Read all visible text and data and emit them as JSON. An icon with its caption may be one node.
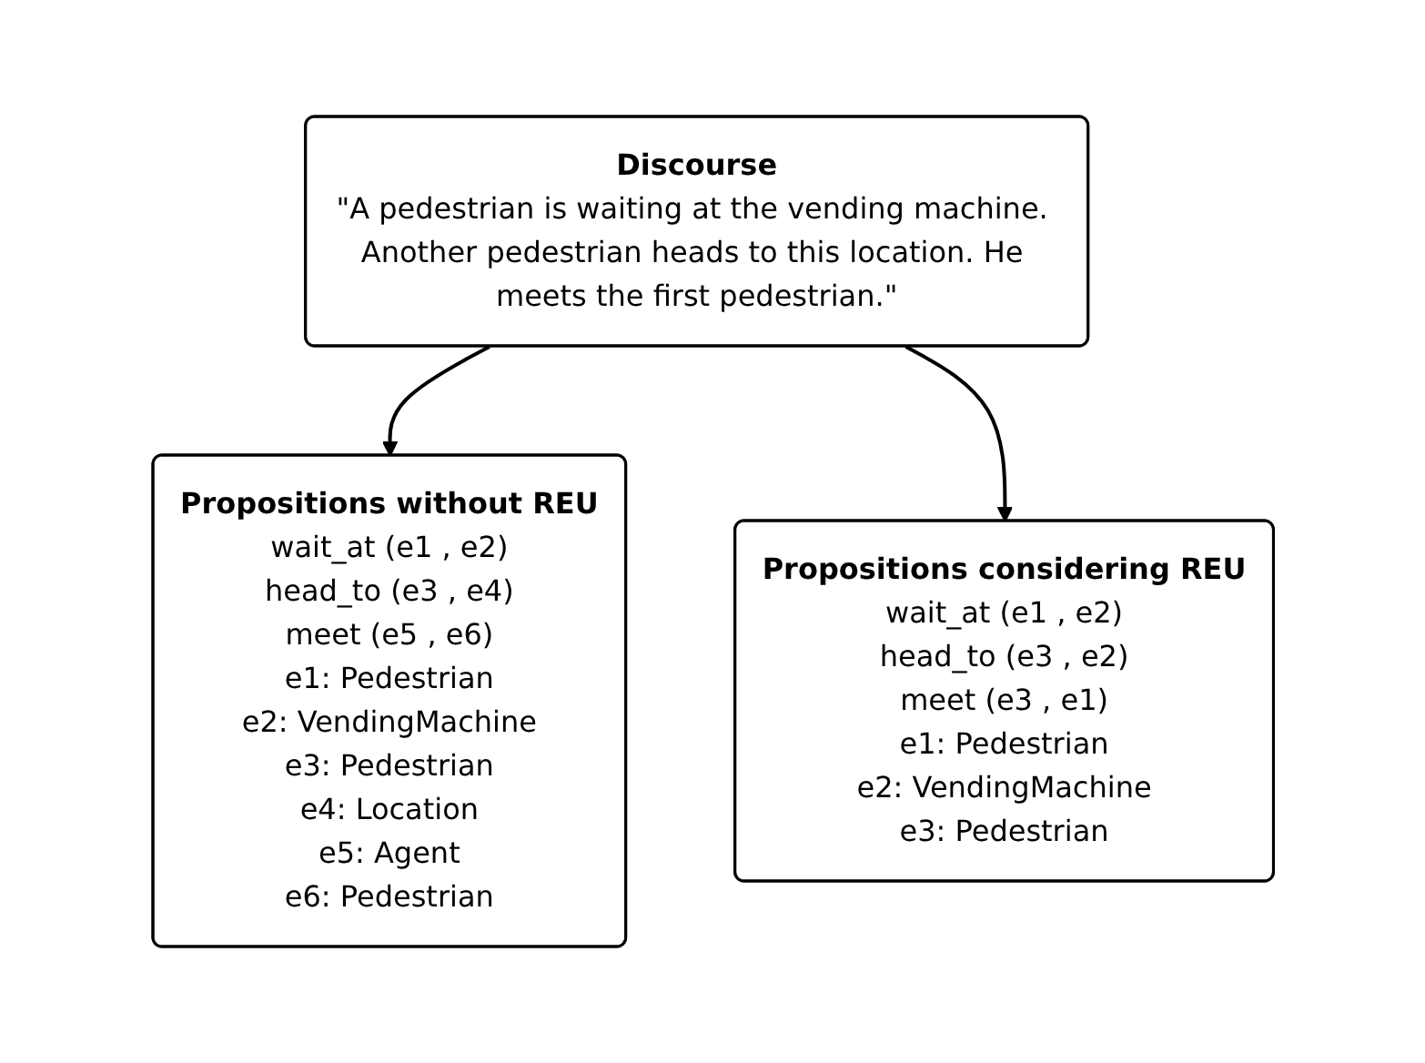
{
  "diagram": {
    "nodes": [
      {
        "text": [
          "Discourse",
          "\"A pedestrian is waiting at the vending machine. Another pedestrian heads to this location. He meets the first pedestrian.\""
        ]
      },
      {
        "text": [
          "Propositions without REU",
          "wait_at (e1 , e2)",
          "head_to (e3 , e4)",
          "meet (e5 , e6)",
          "e1: Pedestrian",
          "e2: VendingMachine",
          "e3: Pedestrian",
          "e4: Location",
          "e5: Agent",
          "e6: Pedestrian"
        ]
      },
      {
        "text": [
          "Propositions considering REU",
          "wait_at (e1 , e2)",
          "head_to (e3 , e2)",
          "meet (e3 , e1)",
          "e1: Pedestrian",
          "e2: VendingMachine",
          "e3: Pedestrian"
        ]
      }
    ],
    "edges": [
      {
        "from": 0,
        "to": 1,
        "arrow": "to"
      },
      {
        "from": 0,
        "to": 2,
        "arrow": "to"
      }
    ]
  }
}
